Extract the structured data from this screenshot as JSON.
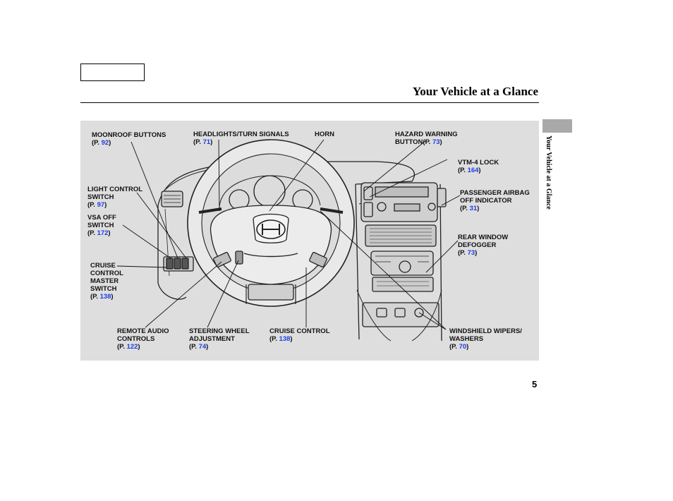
{
  "header": {
    "title": "Your Vehicle at a Glance",
    "side_tab": "Your Vehicle at a Glance"
  },
  "page_number": "5",
  "labels": [
    {
      "lines": [
        "MOONROOF BUTTONS"
      ],
      "page": "92"
    },
    {
      "lines": [
        "HEADLIGHTS/TURN SIGNALS"
      ],
      "page": "71"
    },
    {
      "lines": [
        "HORN"
      ],
      "page": null
    },
    {
      "lines": [
        "HAZARD WARNING",
        "BUTTON"
      ],
      "page": "73"
    },
    {
      "lines": [
        "VTM-4 LOCK"
      ],
      "page": "164"
    },
    {
      "lines": [
        "LIGHT CONTROL",
        "SWITCH"
      ],
      "page": "97"
    },
    {
      "lines": [
        "PASSENGER AIRBAG",
        "OFF INDICATOR"
      ],
      "page": "31"
    },
    {
      "lines": [
        "VSA OFF",
        "SWITCH"
      ],
      "page": "172"
    },
    {
      "lines": [
        "REAR WINDOW",
        "DEFOGGER"
      ],
      "page": "73"
    },
    {
      "lines": [
        "CRUISE",
        "CONTROL",
        "MASTER",
        "SWITCH"
      ],
      "page": "138"
    },
    {
      "lines": [
        "REMOTE AUDIO",
        "CONTROLS"
      ],
      "page": "122"
    },
    {
      "lines": [
        "STEERING WHEEL",
        "ADJUSTMENT"
      ],
      "page": "74"
    },
    {
      "lines": [
        "CRUISE CONTROL"
      ],
      "page": "138"
    },
    {
      "lines": [
        "WINDSHIELD WIPERS/",
        "WASHERS"
      ],
      "page": "70"
    }
  ],
  "ref_prefix": "(P. ",
  "ref_suffix": ")",
  "colors": {
    "link": "#1a3ee6",
    "panel": "#dedede",
    "tab": "#a9a9a9"
  }
}
